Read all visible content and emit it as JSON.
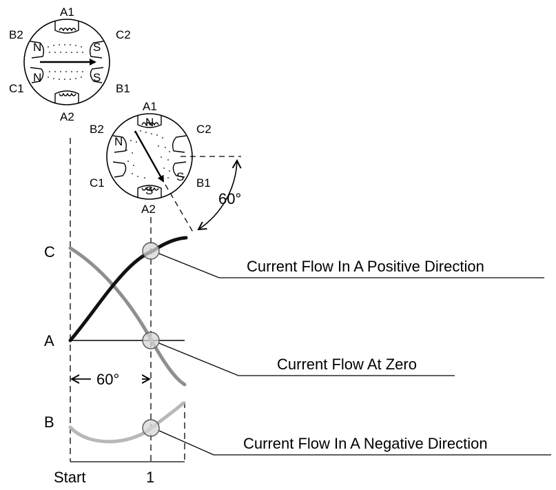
{
  "stator_top": {
    "labels": {
      "a1": "A1",
      "a2": "A2",
      "b1": "B1",
      "b2": "B2",
      "c1": "C1",
      "c2": "C2"
    },
    "poles": {
      "left_upper": "N",
      "left_lower": "N",
      "right_upper": "S",
      "right_lower": "S"
    }
  },
  "stator_rotated": {
    "labels": {
      "a1": "A1",
      "a2": "A2",
      "b1": "B1",
      "b2": "B2",
      "c1": "C1",
      "c2": "C2"
    },
    "poles": {
      "top": "N",
      "upper_left": "N",
      "bottom": "S",
      "right": "S"
    },
    "angle_label": "60°"
  },
  "waveforms": {
    "phase_labels": {
      "c": "C",
      "a": "A",
      "b": "B"
    },
    "interval_label": "60°",
    "x_labels": {
      "start": "Start",
      "one": "1"
    },
    "annotations": {
      "positive": "Current Flow In A Positive Direction",
      "zero": "Current Flow At Zero",
      "negative": "Current Flow In A Negative Direction"
    }
  }
}
